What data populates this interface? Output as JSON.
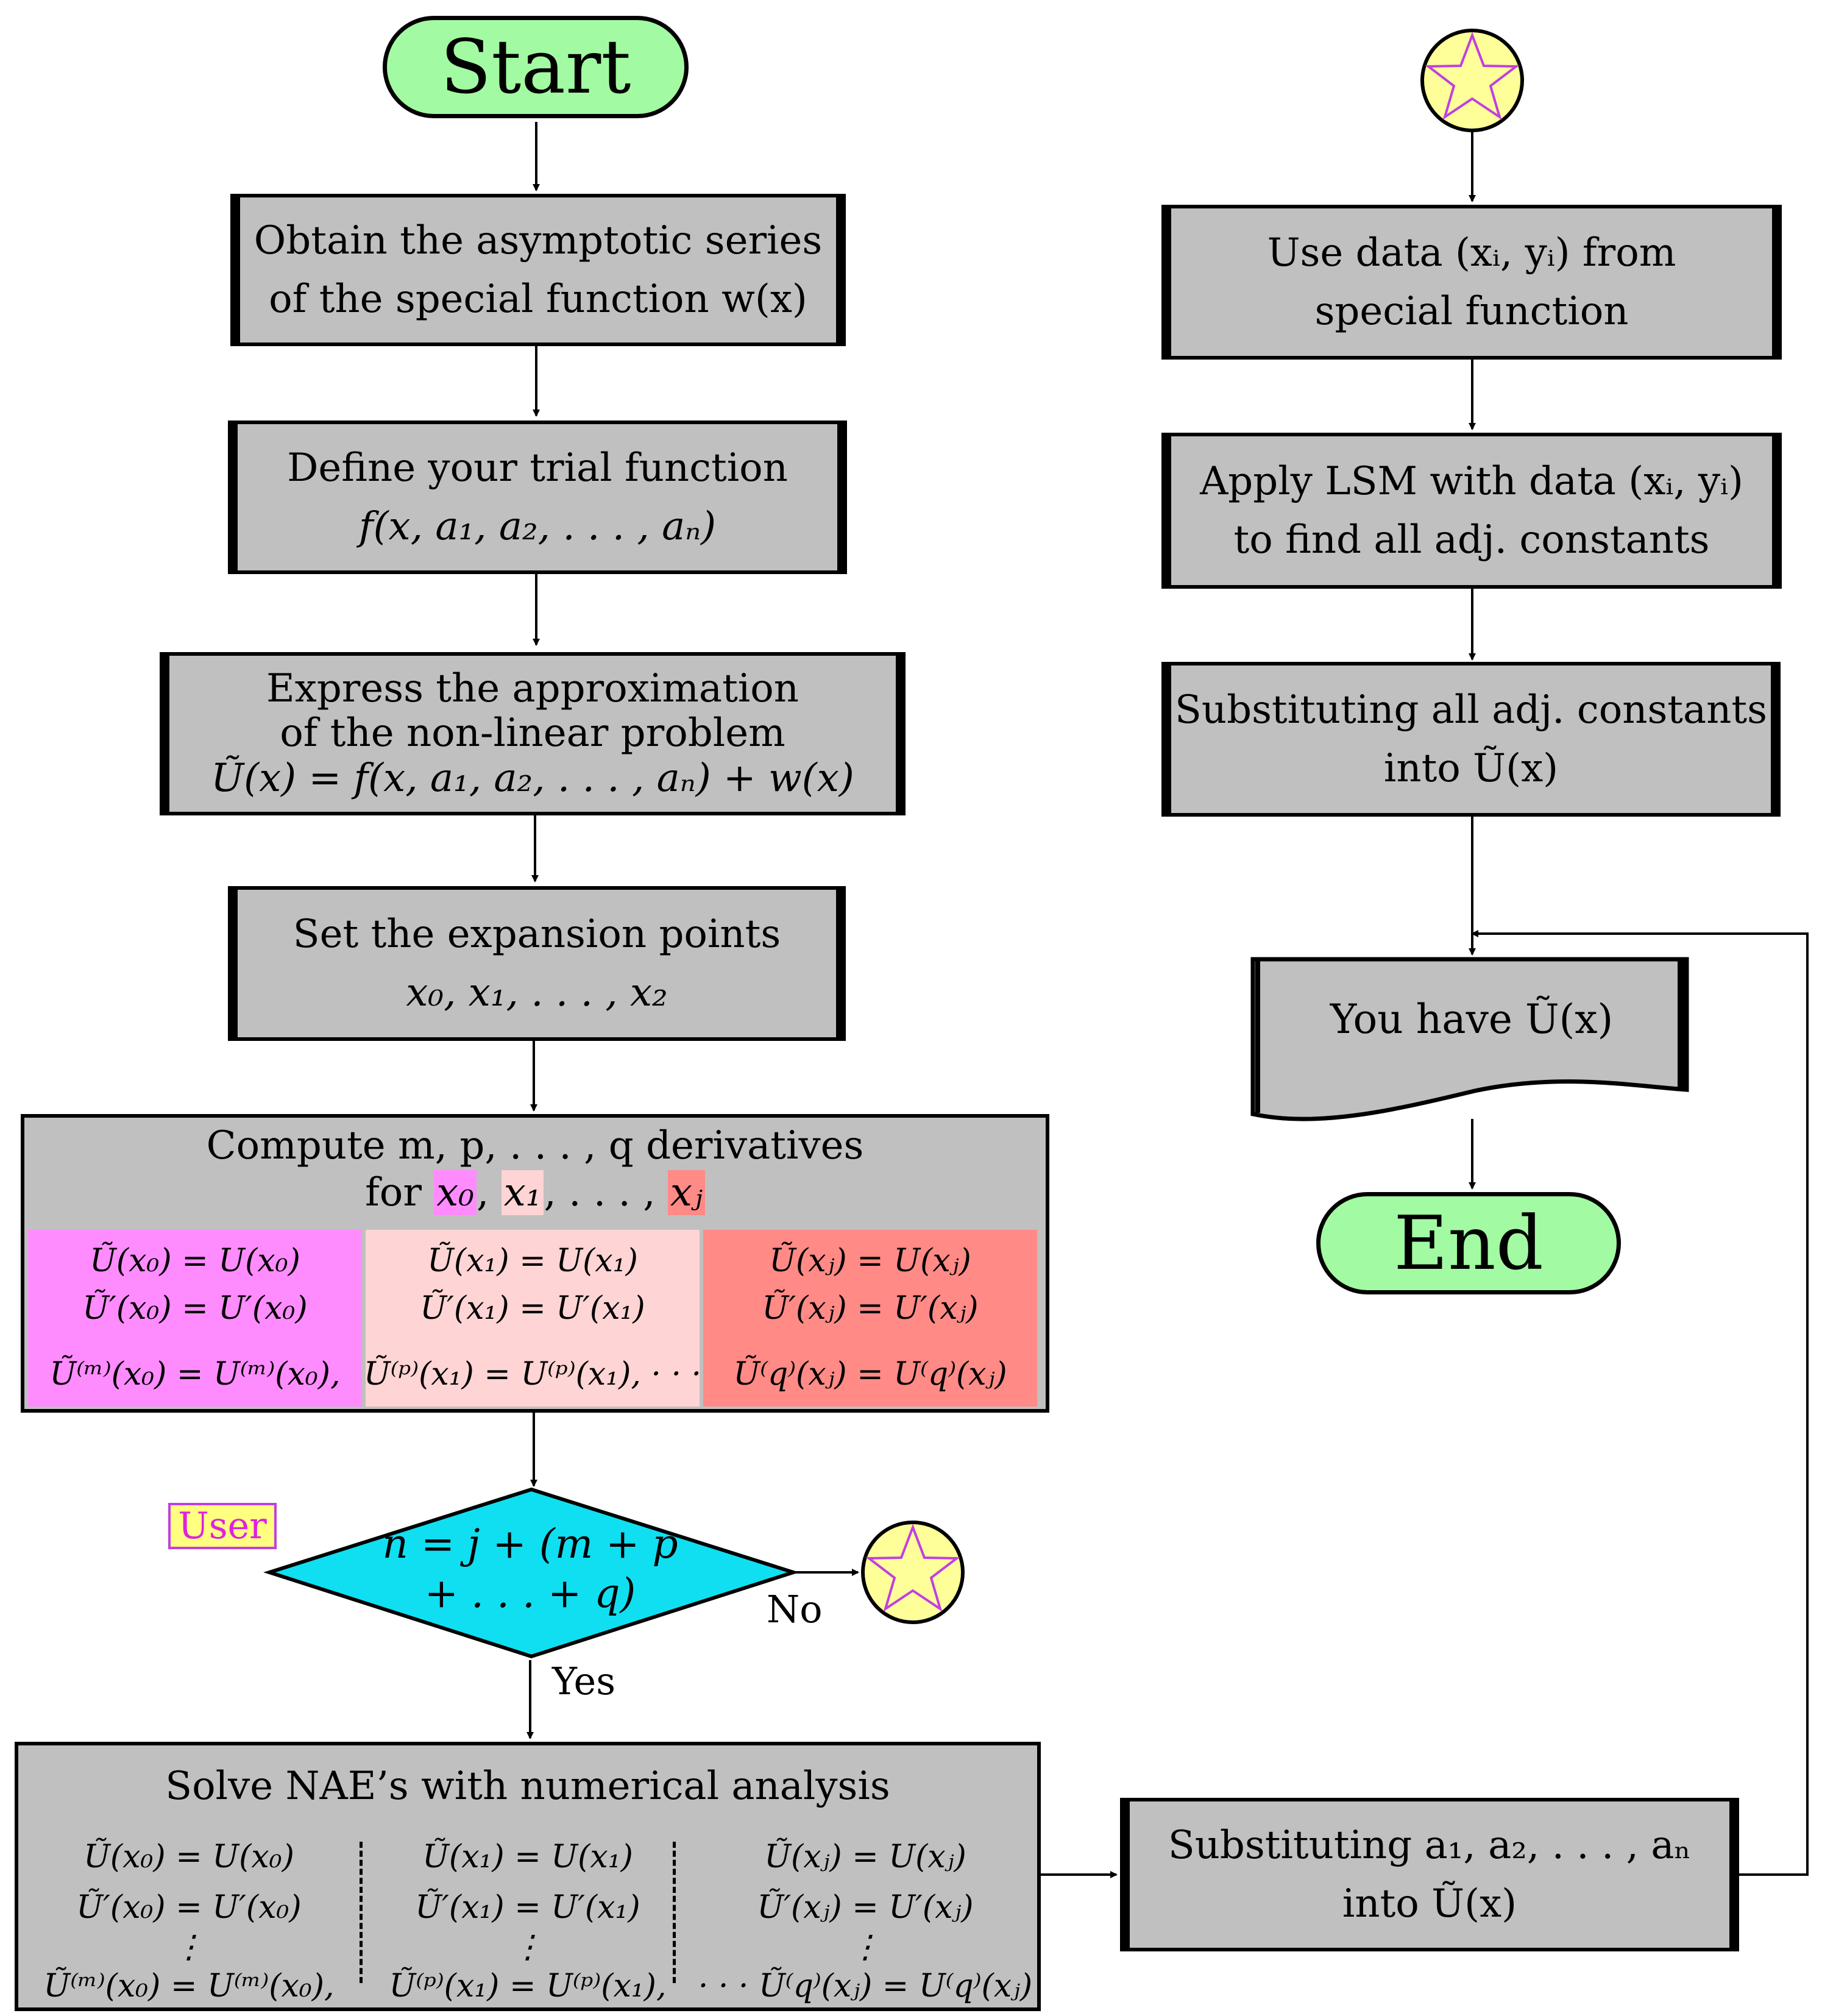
{
  "start": "Start",
  "end": "End",
  "steps": {
    "asymptotic": [
      "Obtain the asymptotic series",
      "of the special function w(x)"
    ],
    "trial": [
      "Define your trial function",
      "f(x, a₁, a₂, . . . , aₙ)"
    ],
    "express": [
      "Express the approximation",
      "of the non-linear problem",
      "Ũ(x) = f(x, a₁, a₂, . . . , aₙ) + w(x)"
    ],
    "expansion": [
      "Set the expansion points",
      "x₀, x₁, . . . , x₂"
    ],
    "compute_title": "Compute m, p, . . . , q derivatives",
    "compute_for": "for",
    "compute_x0": "x₀",
    "compute_x1": "x₁",
    "compute_dots": ", . . . ,",
    "compute_xj": "xⱼ",
    "compute_cells": [
      [
        "Ũ(x₀) = U(x₀)",
        "Ũ′(x₀) = U′(x₀)",
        "Ũ⁽ᵐ⁾(x₀) = U⁽ᵐ⁾(x₀),"
      ],
      [
        "Ũ(x₁) = U(x₁)",
        "Ũ′(x₁) = U′(x₁)",
        "Ũ⁽ᵖ⁾(x₁) = U⁽ᵖ⁾(x₁), · · ·"
      ],
      [
        "Ũ(xⱼ) = U(xⱼ)",
        "Ũ′(xⱼ) = U′(xⱼ)",
        "Ũ⁽q⁾(xⱼ) = U⁽q⁾(xⱼ)"
      ]
    ],
    "decision": [
      "n = j + (m + p",
      "+ . . . + q)"
    ],
    "user_tag": "User",
    "no": "No",
    "yes": "Yes",
    "solve_title": "Solve NAE’s with numerical analysis",
    "solve_cells": [
      [
        "Ũ(x₀) = U(x₀)",
        "Ũ′(x₀) = U′(x₀)",
        "⋮",
        "Ũ⁽ᵐ⁾(x₀) = U⁽ᵐ⁾(x₀),"
      ],
      [
        "Ũ(x₁) = U(x₁)",
        "Ũ′(x₁) = U′(x₁)",
        "⋮",
        "Ũ⁽ᵖ⁾(x₁) = U⁽ᵖ⁾(x₁),"
      ],
      [
        "Ũ(xⱼ) = U(xⱼ)",
        "Ũ′(xⱼ) = U′(xⱼ)",
        "⋮",
        "· · · Ũ⁽q⁾(xⱼ) = U⁽q⁾(xⱼ)"
      ]
    ],
    "substituting_a": [
      "Substituting a₁, a₂, . . . , aₙ",
      "into Ũ(x)"
    ],
    "use_data": [
      "Use data (xᵢ, yᵢ) from",
      "special function"
    ],
    "apply_lsm": [
      "Apply LSM with data (xᵢ, yᵢ)",
      "to find all adj. constants"
    ],
    "substituting_adj": [
      "Substituting all adj. constants",
      "into Ũ(x)"
    ],
    "you_have": "You have Ũ(x)"
  },
  "colors": {
    "process_fill": "#c0c0c0",
    "terminal_fill": "#a2fba2",
    "decision_fill": "#10dff2",
    "connector_fill": "#ffff99",
    "star_stroke": "#c040e0",
    "cell_magenta": "#ff8cff",
    "cell_pink": "#ffd4d4",
    "cell_salmon": "#ff8a86",
    "user_text": "#e020e0",
    "user_fill": "#ffff80"
  }
}
